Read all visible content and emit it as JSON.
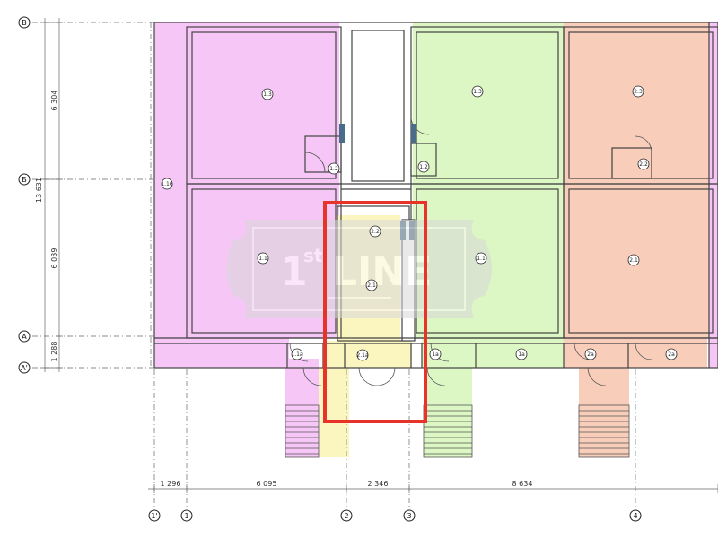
{
  "colors": {
    "magenta": "#f6c6f6",
    "green": "#dcf7c4",
    "salmon": "#f8cdb9",
    "yellow": "#fbf6c0",
    "highlight": "#e8332a",
    "watermark": "#d8d8d8"
  },
  "rooms": [
    {
      "id": "1.3-left",
      "label": "1.3"
    },
    {
      "id": "1.1-left",
      "label": "1.1"
    },
    {
      "id": "1.16",
      "label": "1.16"
    },
    {
      "id": "1.2-left",
      "label": "1.2"
    },
    {
      "id": "1.1a-left",
      "label": "1.1a"
    },
    {
      "id": "2.2-center",
      "label": "2.2"
    },
    {
      "id": "2.1-center",
      "label": "2.1"
    },
    {
      "id": "2.1a-center",
      "label": "2.1a"
    },
    {
      "id": "1.3-right",
      "label": "1.3"
    },
    {
      "id": "1.2-right",
      "label": "1.2"
    },
    {
      "id": "1.1-right",
      "label": "1.1"
    },
    {
      "id": "1a-a",
      "label": "1a"
    },
    {
      "id": "1a-b",
      "label": "1a"
    },
    {
      "id": "2.3",
      "label": "2.3"
    },
    {
      "id": "2.2-right",
      "label": "2.2"
    },
    {
      "id": "2.1-right",
      "label": "2.1"
    },
    {
      "id": "2a-a",
      "label": "2a"
    },
    {
      "id": "2a-b",
      "label": "2a"
    }
  ],
  "axes": {
    "rows": [
      "В",
      "Б",
      "А",
      "А'"
    ],
    "cols": [
      "1'",
      "1",
      "2",
      "3",
      "4"
    ]
  },
  "dimensions": {
    "vertical_total": "13 631",
    "vertical": [
      "6 304",
      "6 039",
      "1 288"
    ],
    "horizontal": [
      "1 296",
      "6 095",
      "2 346",
      "8 634"
    ]
  },
  "watermark": {
    "text_main": "1",
    "superscript": "st",
    "text_tail": "LINE"
  }
}
